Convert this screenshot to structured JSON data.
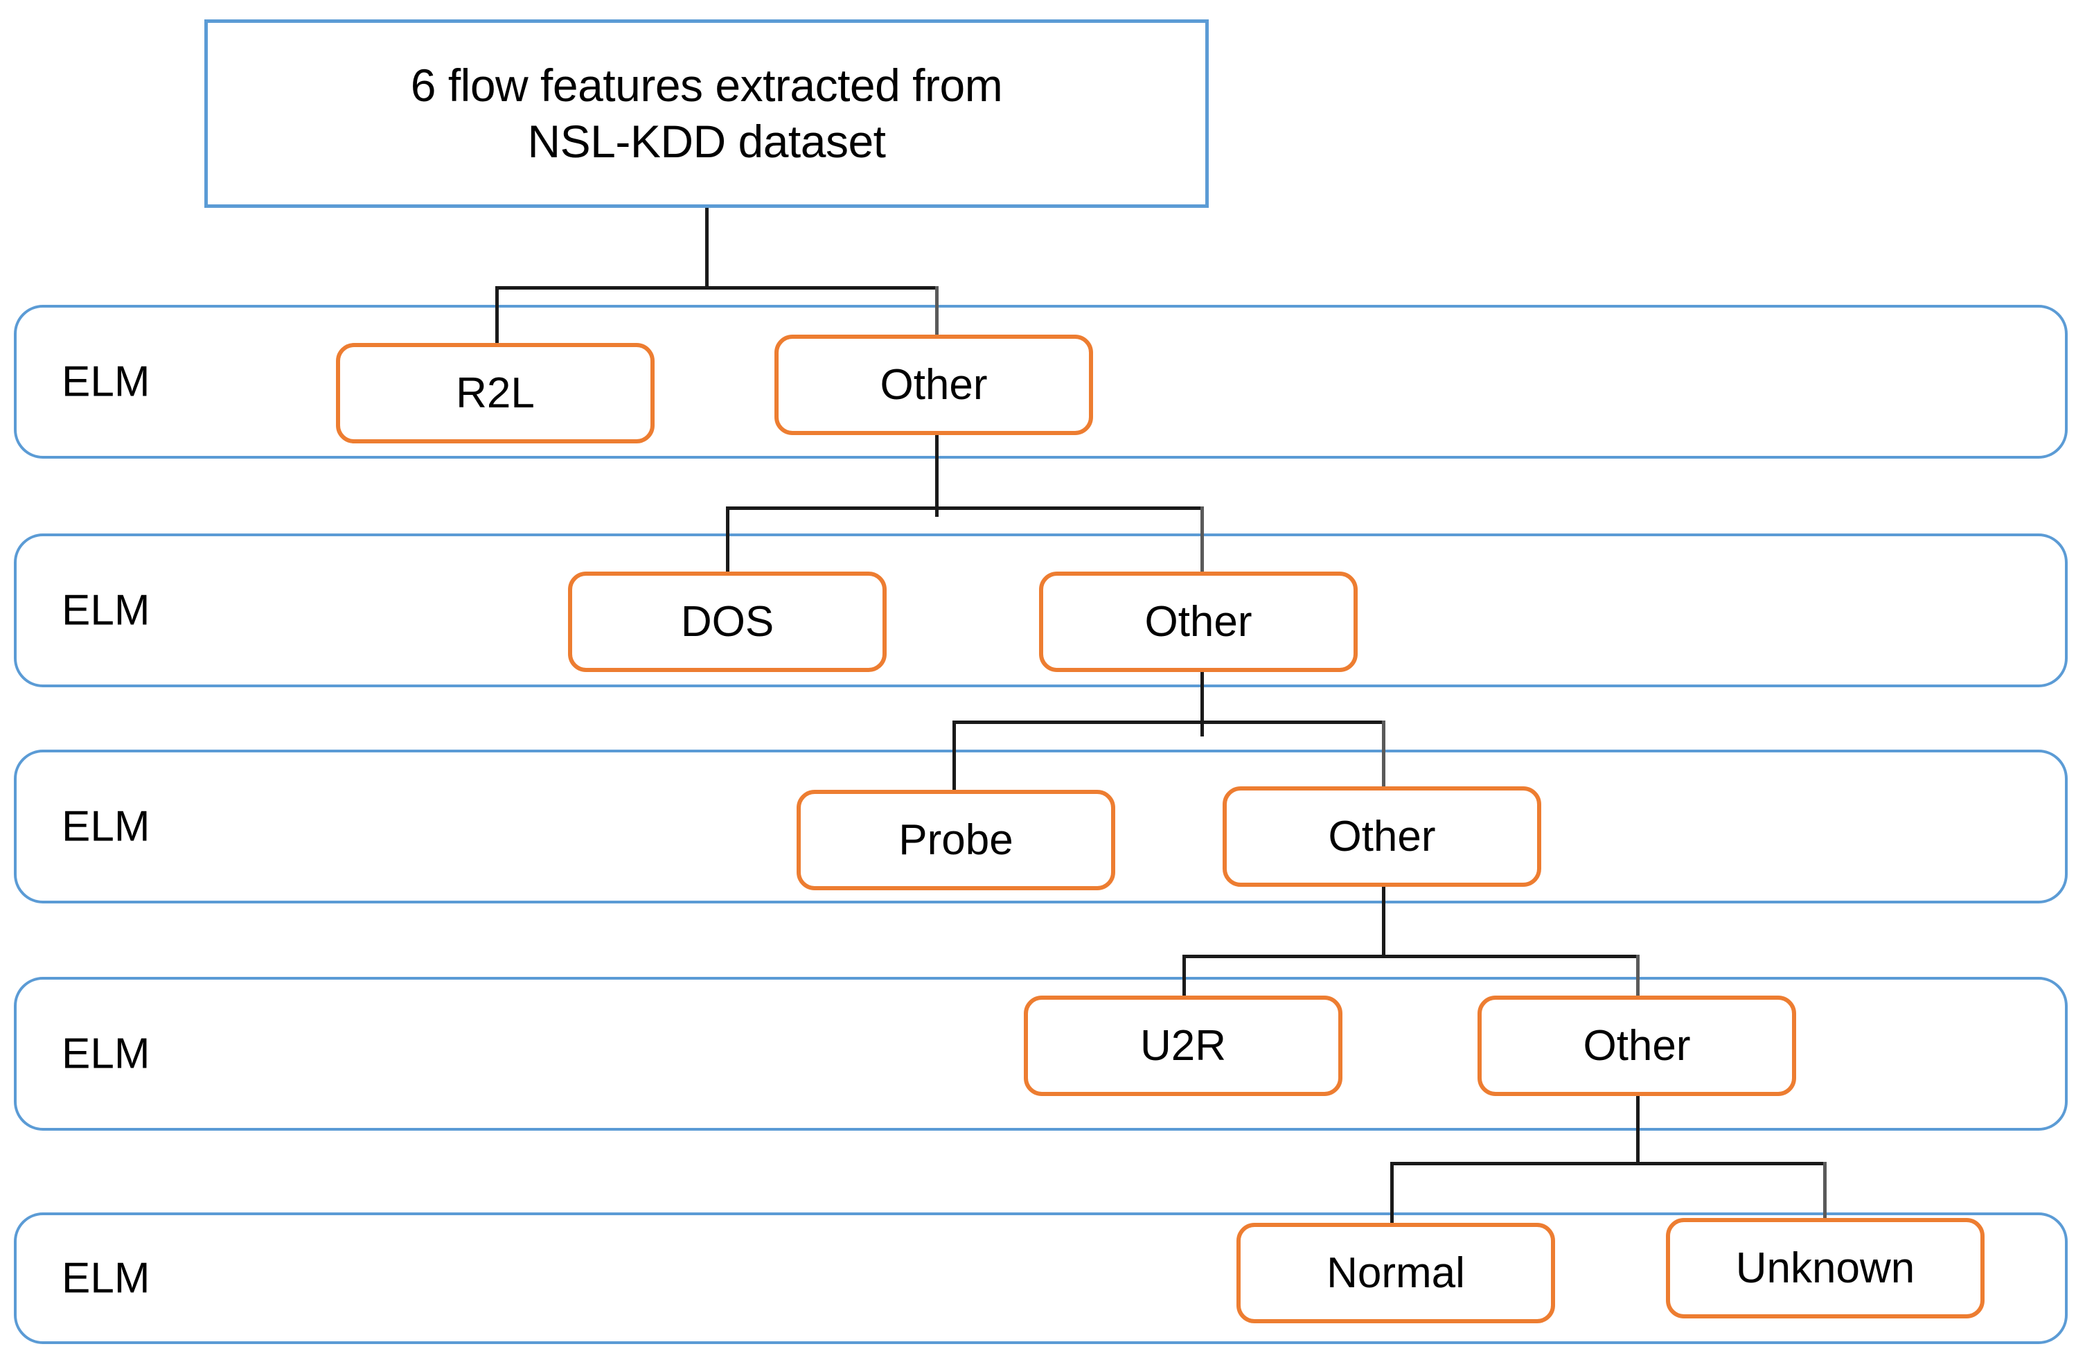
{
  "diagram": {
    "title": "6 flow features extracted from NSL-KDD dataset",
    "root": {
      "line1": "6 flow features extracted from",
      "line2": "NSL-KDD dataset"
    },
    "colors": {
      "container_border": "#5B9BD5",
      "node_border": "#ED7D31",
      "connector": "#1A1A1A",
      "connector_light": "#5A5A5A",
      "text": "#000000",
      "background": "#FFFFFF"
    },
    "stages": [
      {
        "classifier_label": "ELM",
        "nodes": [
          {
            "label": "R2L",
            "kind": "class"
          },
          {
            "label": "Other",
            "kind": "passthrough"
          }
        ]
      },
      {
        "classifier_label": "ELM",
        "nodes": [
          {
            "label": "DOS",
            "kind": "class"
          },
          {
            "label": "Other",
            "kind": "passthrough"
          }
        ]
      },
      {
        "classifier_label": "ELM",
        "nodes": [
          {
            "label": "Probe",
            "kind": "class"
          },
          {
            "label": "Other",
            "kind": "passthrough"
          }
        ]
      },
      {
        "classifier_label": "ELM",
        "nodes": [
          {
            "label": "U2R",
            "kind": "class"
          },
          {
            "label": "Other",
            "kind": "passthrough"
          }
        ]
      },
      {
        "classifier_label": "ELM",
        "nodes": [
          {
            "label": "Normal",
            "kind": "class"
          },
          {
            "label": "Unknown",
            "kind": "class"
          }
        ]
      }
    ]
  }
}
